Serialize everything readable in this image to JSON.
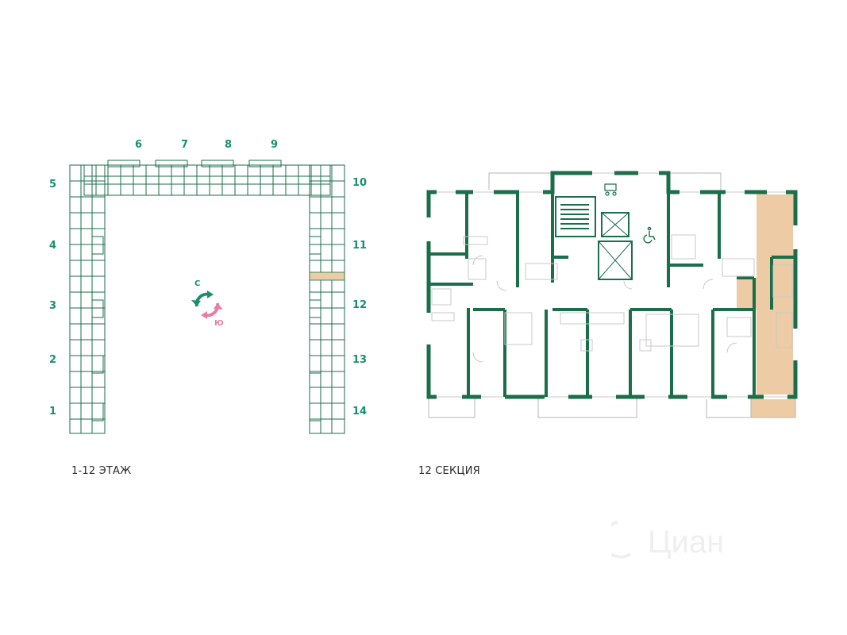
{
  "key_plan": {
    "section_numbers": [
      "1",
      "2",
      "3",
      "4",
      "5",
      "6",
      "7",
      "8",
      "9",
      "10",
      "11",
      "12",
      "13",
      "14"
    ],
    "caption": "1-12 ЭТАЖ"
  },
  "compass": {
    "north_label": "С",
    "south_label": "Ю",
    "north_color": "#1a8f6e",
    "south_color": "#e97fa0"
  },
  "floor_plan": {
    "caption": "12 СЕКЦИЯ"
  },
  "colors": {
    "wall": "#1b6e4a",
    "highlight": "#edcba5",
    "accent": "#1a8f6e",
    "fixture": "#c8c8c8"
  },
  "watermark_text": "Циан"
}
